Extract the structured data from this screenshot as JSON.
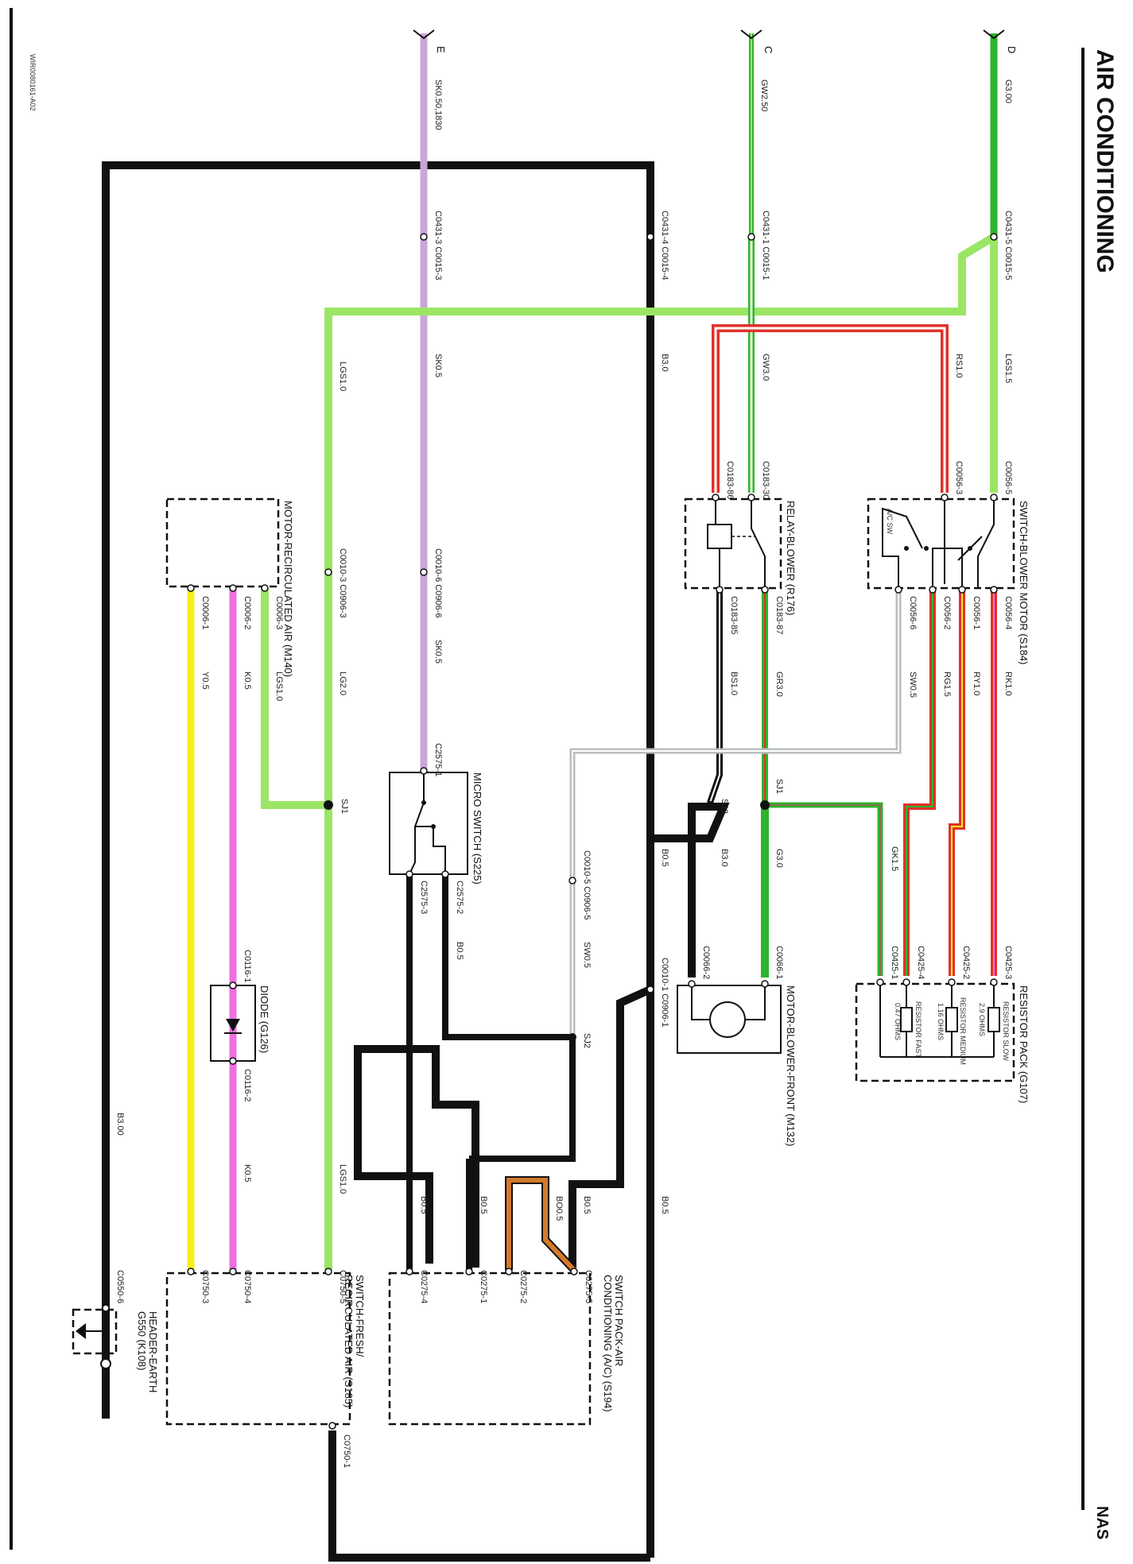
{
  "header": {
    "title": "AIR CONDITIONING",
    "region": "NAS",
    "drawing_ref": "WIR0080161-A02"
  },
  "colors": {
    "black": "#111111",
    "light_green": "#9be564",
    "green": "#2db52d",
    "violet": "#c8a8d8",
    "red": "#e0322a",
    "yellow": "#f7ef1a",
    "pink": "#ee6fe0",
    "grey": "#b8bec2",
    "orange": "#d27a2a"
  },
  "connections": {
    "e": "E",
    "c": "C",
    "d": "D"
  },
  "wires": {
    "sk_top": "SK0.50,1830",
    "gw_top": "GW2.50",
    "g_top": "G3.00",
    "b_main": "B3.0",
    "sk_mid": "SK0.5",
    "gw_mid": "GW3.0",
    "lgs_left": "LGS1.0",
    "lgs_right": "LGS1.5",
    "rs": "RS1.0",
    "sk_low": "SK0.5",
    "lg20": "LG2.0",
    "lgs_m": "LGS1.0",
    "k_top": "K0.5",
    "y": "Y0.5",
    "bs": "BS1.0",
    "gr": "GR3.0",
    "sw_top": "SW0.5",
    "rg": "RG1.5",
    "ry": "RY1.0",
    "rk": "RK1.0",
    "gk": "GK1.5",
    "g30": "G3.0",
    "b30": "B3.0",
    "b05_a": "B0.5",
    "b05_b": "B0.5",
    "sw_low": "SW0.5",
    "b300": "B3.00",
    "lgs_low": "LGS1.0",
    "k_low": "K0.5",
    "b05_c": "B0.5",
    "b05_d": "B0.5",
    "bo": "BO0.5",
    "b05_e": "B0.5",
    "b05_f": "B0.5"
  },
  "connectors": {
    "c431_3": "C0431-3 C0015-3",
    "c431_4": "C0431-4 C0015-4",
    "c431_1": "C0431-1 C0015-1",
    "c431_5": "C0431-5 C0015-5",
    "c183_86": "C0183-86",
    "c183_30": "C0183-30",
    "c056_3": "C0056-3",
    "c056_5": "C0056-5",
    "c183_85": "C0183-85",
    "c183_87": "C0183-87",
    "c056_6": "C0056-6",
    "c056_2": "C0056-2",
    "c056_1": "C0056-1",
    "c056_4": "C0056-4",
    "c010_3": "C0010-3 C0906-3",
    "c010_6": "C0010-6 C0906-6",
    "c006_3": "C0006-3",
    "c006_2": "C0006-2",
    "c006_1": "C0006-1",
    "c2575_1": "C2575-1",
    "c2575_2": "C2575-2",
    "c2575_3": "C2575-3",
    "c010_5": "C0010-5 C0906-5",
    "c010_1": "C0010-1 C0906-1",
    "c066_2": "C0066-2",
    "c066_1": "C0066-1",
    "c425_1": "C0425-1",
    "c425_4": "C0425-4",
    "c425_2": "C0425-2",
    "c425_3": "C0425-3",
    "c116_1": "C0116-1",
    "c116_2": "C0116-2",
    "c0750_5": "C0750-5",
    "c0750_4": "C0750-4",
    "c0750_3": "C0750-3",
    "c0750_1": "C0750-1",
    "c0275_4": "C0275-4",
    "c0275_1": "C0275-1",
    "c0275_2": "C0275-2",
    "c0275_5": "C0275-5",
    "c0550_6": "C0550-6"
  },
  "splices": {
    "sj1_left": "SJ1",
    "sj1_right": "SJ1",
    "sj2_top": "SJ2",
    "sj2_low": "SJ2"
  },
  "components": {
    "switch_blower": "SWITCH-BLOWER MOTOR (S184)",
    "relay_blower": "RELAY-BLOWER (R176)",
    "motor_recirc": "MOTOR-RECIRCULATED AIR (M140)",
    "micro_switch": "MICRO SWITCH (S225)",
    "motor_blower": "MOTOR-BLOWER-FRONT (M132)",
    "resistor_pack": "RESISTOR PACK (G107)",
    "diode": "DIODE (G126)",
    "switch_pack_1": "SWITCH PACK-AIR",
    "switch_pack_2": "CONDITIONING (A/C) (S194)",
    "switch_fresh_1": "SWITCH-FRESH/",
    "switch_fresh_2": "RECIRCULATED AIR (S185)",
    "header_earth_1": "HEADER-EARTH",
    "header_earth_2": "G550 (K108)"
  },
  "internal": {
    "ac_sw": "A/C SW",
    "res_slow": "RESISTOR SLOW",
    "res_slow_val": "2.9 OHMS",
    "res_med": "RESISTOR MEDIUM",
    "res_med_val": "1.16 OHMS",
    "res_fast": "RESISTOR FAST",
    "res_fast_val": "0.47 OHMS"
  }
}
